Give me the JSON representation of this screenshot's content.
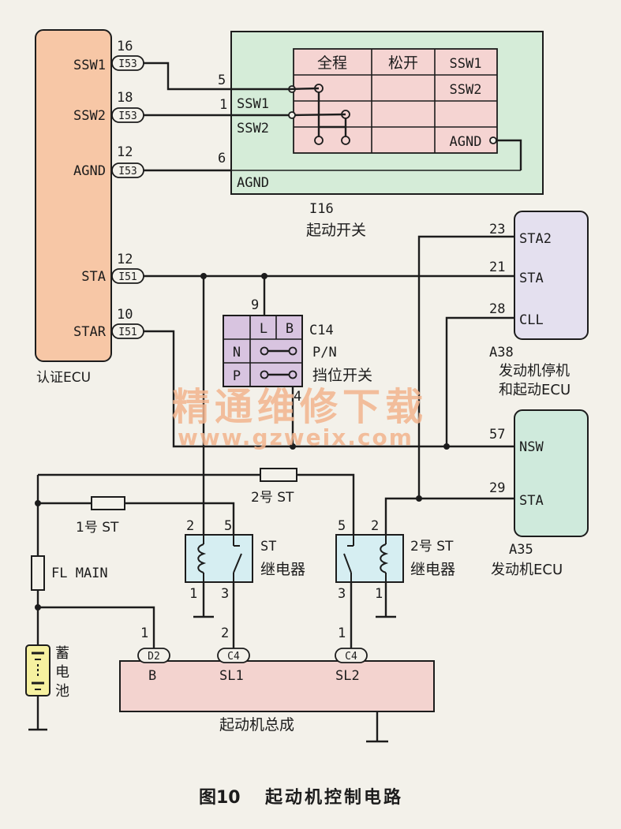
{
  "diagram": {
    "auth_ecu": {
      "name": "认证ECU",
      "pins": [
        {
          "label": "SSW1",
          "num": "16",
          "conn": "I53"
        },
        {
          "label": "SSW2",
          "num": "18",
          "conn": "I53"
        },
        {
          "label": "AGND",
          "num": "12",
          "conn": "I53"
        },
        {
          "label": "STA",
          "num": "12",
          "conn": "I51"
        },
        {
          "label": "STAR",
          "num": "10",
          "conn": "I51"
        }
      ]
    },
    "start_switch": {
      "code": "I16",
      "name": "起动开关",
      "col_full": "全程",
      "col_release": "松开",
      "row_ssw1": "SSW1",
      "row_ssw2": "SSW2",
      "row_agnd": "AGND",
      "pin_ssw1": "SSW1",
      "pin_ssw2": "SSW2",
      "pin_agnd": "AGND",
      "wire_5": "5",
      "wire_1": "1",
      "wire_6": "6"
    },
    "pn_switch": {
      "code": "C14",
      "type": "P/N",
      "name": "挡位开关",
      "col_l": "L",
      "col_b": "B",
      "row_n": "N",
      "row_p": "P",
      "pin_top": "9",
      "pin_bottom": "4"
    },
    "ecu_a38": {
      "code": "A38",
      "name_line1": "发动机停机",
      "name_line2": "和起动ECU",
      "pins": [
        {
          "label": "STA2",
          "num": "23"
        },
        {
          "label": "STA",
          "num": "21"
        },
        {
          "label": "CLL",
          "num": "28"
        }
      ]
    },
    "ecu_a35": {
      "code": "A35",
      "name": "发动机ECU",
      "pins": [
        {
          "label": "NSW",
          "num": "57"
        },
        {
          "label": "STA",
          "num": "29"
        }
      ]
    },
    "fuse_1": "1号 ST",
    "fuse_2": "2号 ST",
    "fl_main": "FL MAIN",
    "battery": [
      "蓄",
      "电",
      "池"
    ],
    "relay_st": {
      "name1": "ST",
      "name2": "继电器",
      "pin_tl": "2",
      "pin_tr": "5",
      "pin_bl": "1",
      "pin_br": "3"
    },
    "relay_st2": {
      "name1": "2号 ST",
      "name2": "继电器",
      "pin_tl": "5",
      "pin_tr": "2",
      "pin_bl": "3",
      "pin_br": "1"
    },
    "starter": {
      "name": "起动机总成",
      "conn_b": "D2",
      "num_b": "1",
      "label_b": "B",
      "conn_sl1": "C4",
      "num_sl1": "2",
      "label_sl1": "SL1",
      "conn_sl2": "C4",
      "num_sl2": "1",
      "label_sl2": "SL2"
    },
    "watermark_cn": "精通维修下载",
    "watermark_url": "www.gzweix.com",
    "caption_fig": "图10",
    "caption_title": "起动机控制电路"
  },
  "colors": {
    "ecu_auth": "#f7c7a6",
    "switch_panel": "#d5ecd8",
    "switch_table": "#f5d4d2",
    "pn_table": "#d8c4e0",
    "ecu_a38": "#e4e0ef",
    "ecu_a35": "#cfeadc",
    "relay": "#d6eef2",
    "starter": "#f3d3cf",
    "watermark": "#f2b48e"
  }
}
